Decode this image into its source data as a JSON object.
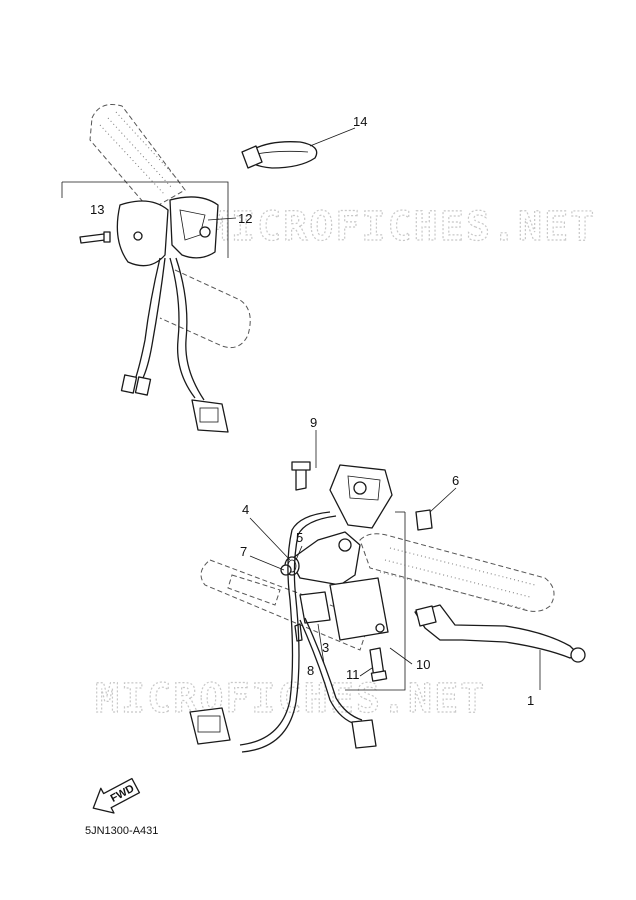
{
  "watermark": "MICROFICHES.NET",
  "diagram_code": "5JN1300-A431",
  "fwd_label": "FWD",
  "callouts": [
    {
      "id": "1",
      "label": "1"
    },
    {
      "id": "3",
      "label": "3"
    },
    {
      "id": "4",
      "label": "4"
    },
    {
      "id": "5",
      "label": "5"
    },
    {
      "id": "6",
      "label": "6"
    },
    {
      "id": "7",
      "label": "7"
    },
    {
      "id": "8",
      "label": "8"
    },
    {
      "id": "9",
      "label": "9"
    },
    {
      "id": "10",
      "label": "10"
    },
    {
      "id": "11",
      "label": "11"
    },
    {
      "id": "12",
      "label": "12"
    },
    {
      "id": "13",
      "label": "13"
    },
    {
      "id": "14",
      "label": "14"
    }
  ]
}
